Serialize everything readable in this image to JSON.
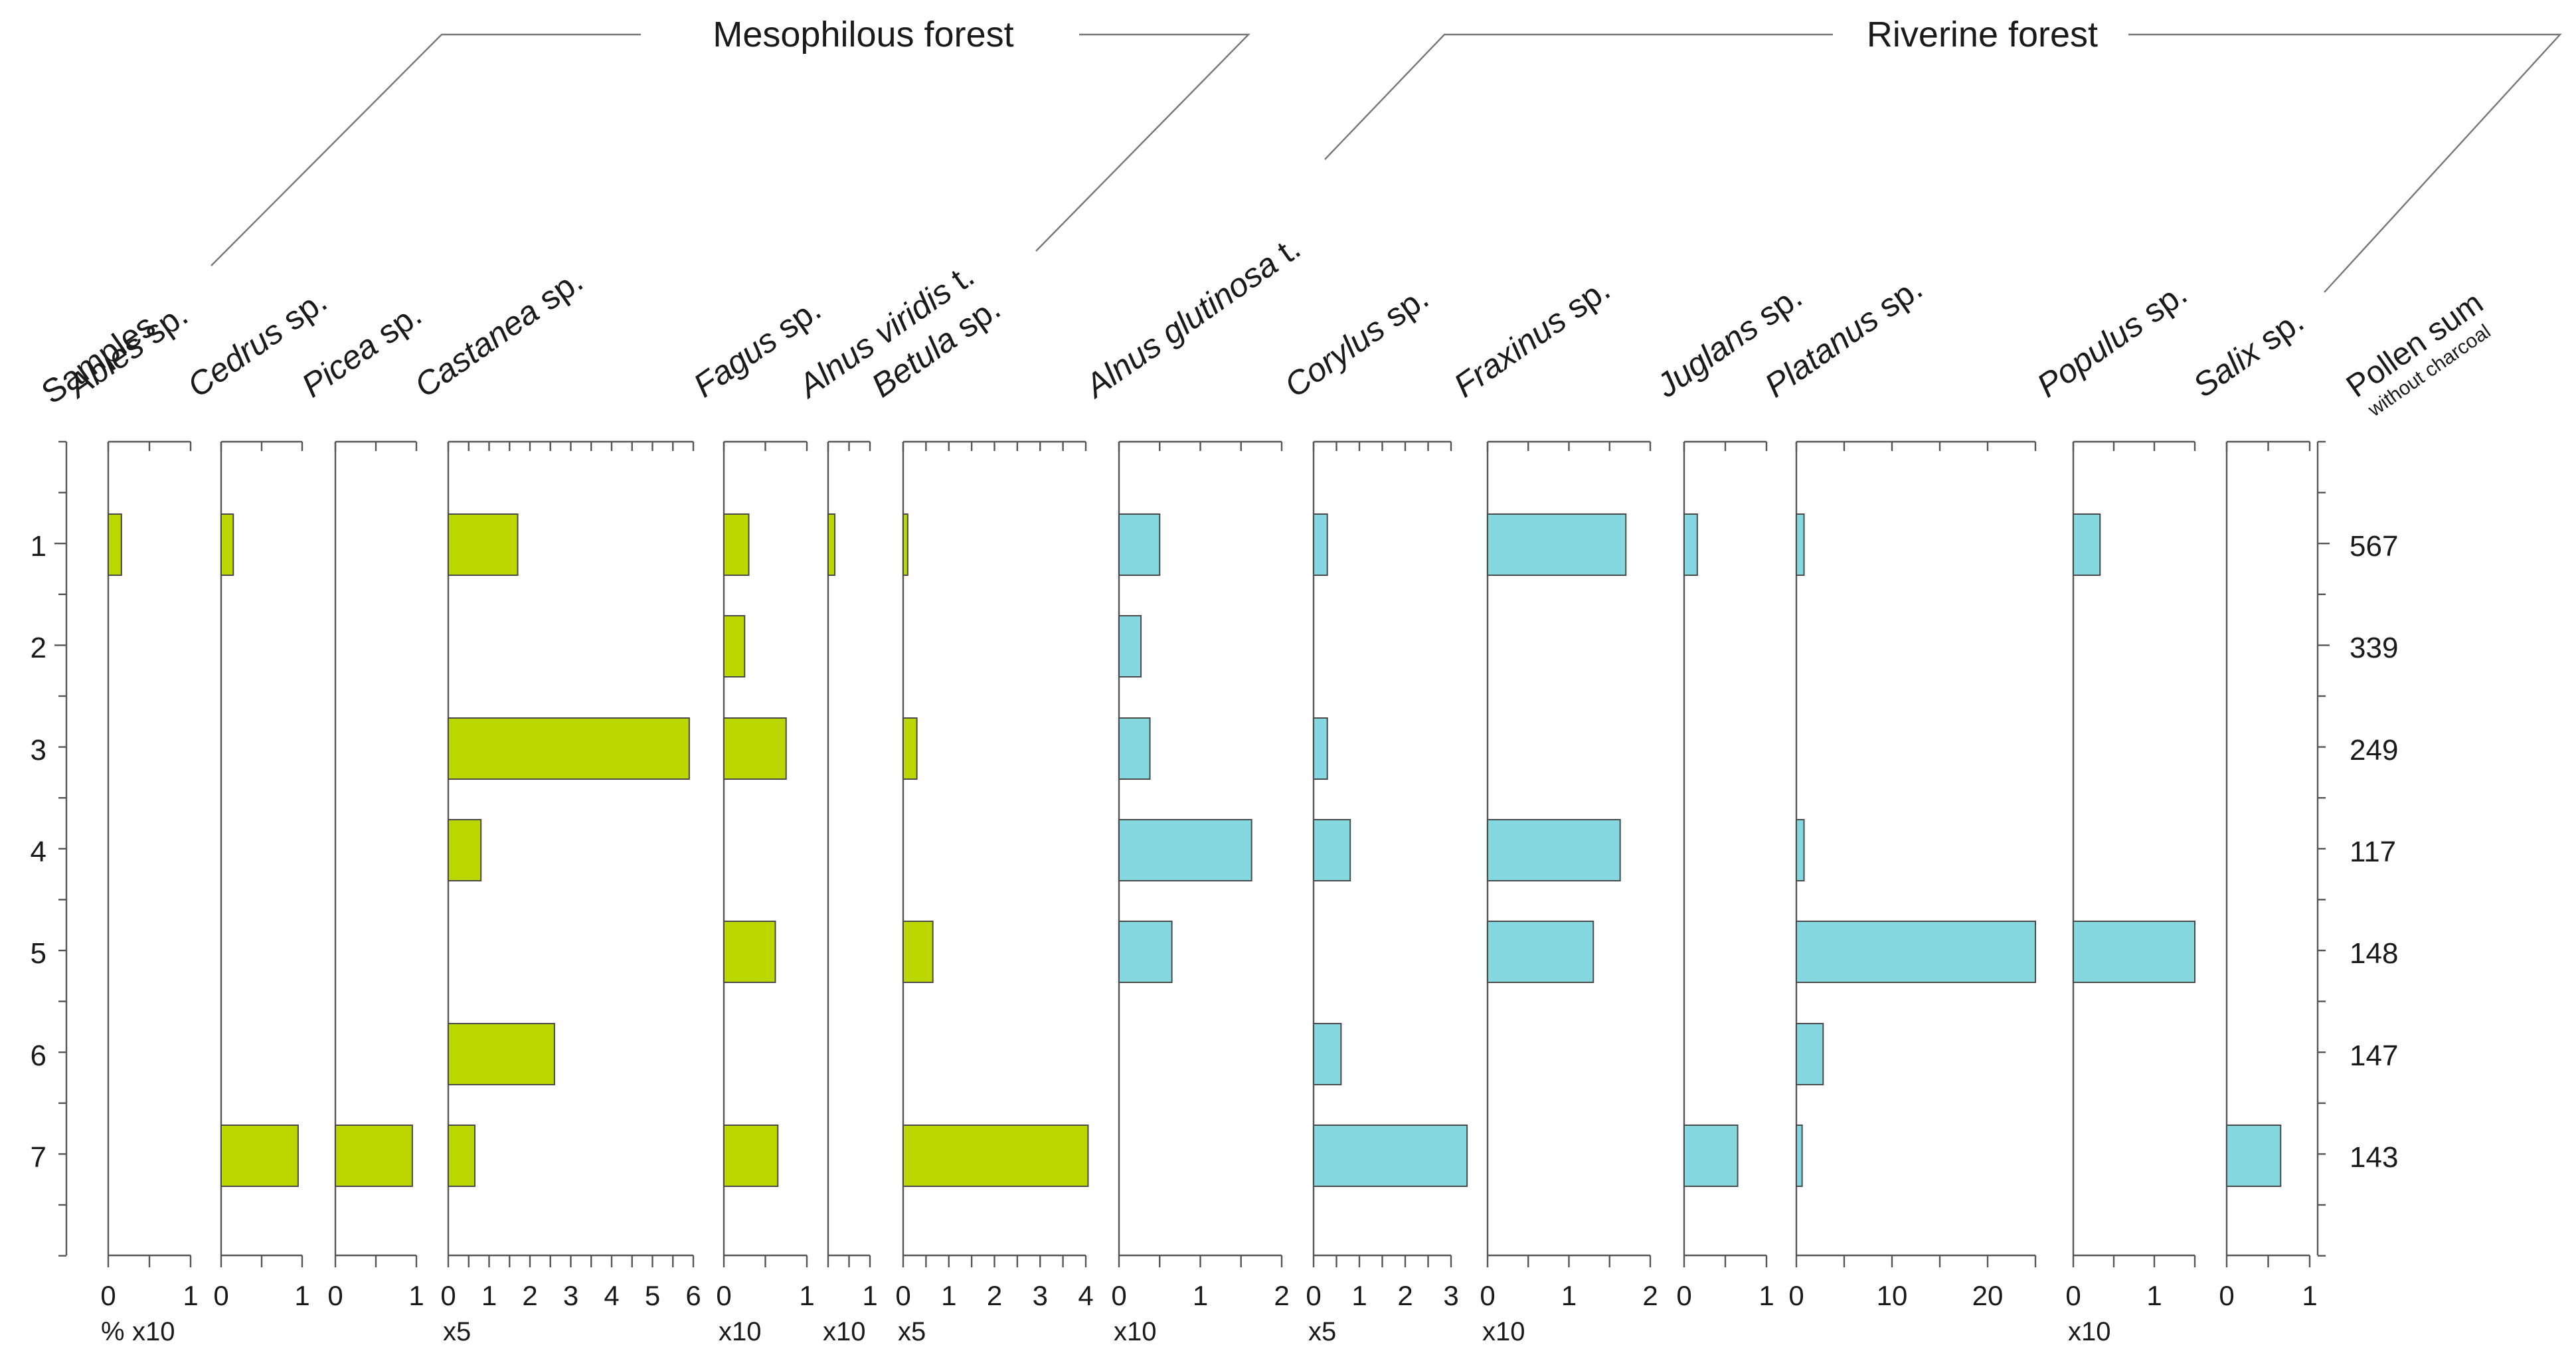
{
  "chart_data": {
    "type": "bar",
    "orientation": "horizontal",
    "samples": [
      "1",
      "2",
      "3",
      "4",
      "5",
      "6",
      "7"
    ],
    "samples_label": "Samples",
    "pollen_sum_label": "Pollen sum",
    "pollen_sum_sublabel": "without charcoal",
    "pollen_sum": [
      "567",
      "339",
      "249",
      "117",
      "148",
      "147",
      "143"
    ],
    "unit_label": "%",
    "colors": {
      "mesophilous": "#bcd700",
      "riverine": "#85d7e0"
    },
    "groups": [
      {
        "name": "Mesophilous forest",
        "color_key": "mesophilous"
      },
      {
        "name": "Riverine forest",
        "color_key": "riverine"
      }
    ],
    "taxa": [
      {
        "genus": "Abies",
        "suffix": " sp.",
        "group": "mesophilous",
        "exaggeration": "x10",
        "xlim": [
          0,
          1
        ],
        "ticks": [
          "0",
          "1"
        ],
        "values": [
          0.16,
          0,
          0,
          0,
          0,
          0,
          0
        ]
      },
      {
        "genus": "Cedrus",
        "suffix": " sp.",
        "group": "mesophilous",
        "exaggeration": "",
        "xlim": [
          0,
          1
        ],
        "ticks": [
          "0",
          "1"
        ],
        "values": [
          0.15,
          0,
          0,
          0,
          0,
          0,
          0.95
        ]
      },
      {
        "genus": "Picea",
        "suffix": " sp.",
        "group": "mesophilous",
        "exaggeration": "",
        "xlim": [
          0,
          1
        ],
        "ticks": [
          "0",
          "1"
        ],
        "values": [
          0,
          0,
          0,
          0,
          0,
          0,
          0.95
        ]
      },
      {
        "genus": "Castanea",
        "suffix": " sp.",
        "group": "mesophilous",
        "exaggeration": "x5",
        "xlim": [
          0,
          6
        ],
        "ticks": [
          "0",
          "1",
          "2",
          "3",
          "4",
          "5",
          "6"
        ],
        "values": [
          1.7,
          0,
          5.9,
          0.8,
          0,
          2.6,
          0.65
        ]
      },
      {
        "genus": "Fagus",
        "suffix": " sp.",
        "group": "mesophilous",
        "exaggeration": "x10",
        "xlim": [
          0,
          1
        ],
        "ticks": [
          "0",
          "1"
        ],
        "values": [
          0.3,
          0.25,
          0.75,
          0,
          0.62,
          0,
          0.65
        ]
      },
      {
        "genus": "Alnus viridis",
        "suffix": " t.",
        "group": "mesophilous",
        "exaggeration": "x10",
        "xlim": [
          0,
          1
        ],
        "ticks": [
          "1"
        ],
        "values": [
          0.16,
          0,
          0,
          0,
          0,
          0,
          0
        ]
      },
      {
        "genus": "Betula",
        "suffix": " sp.",
        "group": "mesophilous",
        "exaggeration": "x5",
        "xlim": [
          0,
          4
        ],
        "ticks": [
          "0",
          "1",
          "2",
          "3",
          "4"
        ],
        "values": [
          0.1,
          0,
          0.3,
          0,
          0.65,
          0,
          4.05
        ]
      },
      {
        "genus": "Alnus glutinosa",
        "suffix": " t.",
        "group": "riverine",
        "exaggeration": "x10",
        "xlim": [
          0,
          2
        ],
        "ticks": [
          "0",
          "1",
          "2"
        ],
        "values": [
          0.5,
          0.27,
          0.38,
          1.63,
          0.65,
          0,
          0
        ]
      },
      {
        "genus": "Corylus",
        "suffix": " sp.",
        "group": "riverine",
        "exaggeration": "x5",
        "xlim": [
          0,
          3
        ],
        "ticks": [
          "0",
          "1",
          "2",
          "3"
        ],
        "values": [
          0.3,
          0,
          0.3,
          0.8,
          0,
          0.6,
          3.35
        ]
      },
      {
        "genus": "Fraxinus",
        "suffix": " sp.",
        "group": "riverine",
        "exaggeration": "x10",
        "xlim": [
          0,
          2
        ],
        "ticks": [
          "0",
          "1",
          "2"
        ],
        "values": [
          1.7,
          0,
          0,
          1.63,
          1.3,
          0,
          0
        ]
      },
      {
        "genus": "Juglans",
        "suffix": " sp.",
        "group": "riverine",
        "exaggeration": "",
        "xlim": [
          0,
          1
        ],
        "ticks": [
          "0",
          "1"
        ],
        "values": [
          0.16,
          0,
          0,
          0,
          0,
          0,
          0.65
        ]
      },
      {
        "genus": "Platanus",
        "suffix": " sp.",
        "group": "riverine",
        "exaggeration": "",
        "xlim": [
          0,
          25
        ],
        "ticks": [
          "0",
          "10",
          "20"
        ],
        "values": [
          0.8,
          0,
          0,
          0.8,
          25,
          2.8,
          0.6
        ]
      },
      {
        "genus": "Populus",
        "suffix": " sp.",
        "group": "riverine",
        "exaggeration": "x10",
        "xlim": [
          0,
          1.5
        ],
        "ticks": [
          "0",
          "1"
        ],
        "values": [
          0.33,
          0,
          0,
          0,
          1.5,
          0,
          0
        ]
      },
      {
        "genus": "Salix",
        "suffix": " sp.",
        "group": "riverine",
        "exaggeration": "",
        "xlim": [
          0,
          1
        ],
        "ticks": [
          "0",
          "1"
        ],
        "values": [
          0,
          0,
          0,
          0,
          0,
          0,
          0.65
        ]
      }
    ]
  }
}
